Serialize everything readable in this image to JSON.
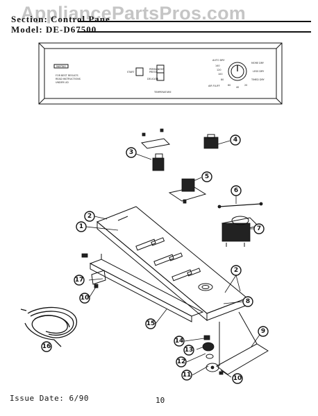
{
  "watermark": "AppliancePartsPros.com",
  "header": {
    "section": "Section: Control Pane",
    "model": "Model:  DE-D67500"
  },
  "panel": {
    "brand": "MAYTAG",
    "notes": [
      "FOR BEST RESULTS",
      "READ INSTRUCTIONS",
      "UNDER LID"
    ],
    "start_label": "START",
    "temp_labels": [
      "PERMANENT",
      "PRESS",
      "DELICATE"
    ],
    "bottom_label": "TEMPERATURE",
    "dial_labels": [
      "AUTO DRY",
      "MORE DRY",
      "LESS DRY",
      "TIMED DRY",
      "AIR FLUFF",
      "140",
      "120",
      "100",
      "80",
      "60",
      "40",
      "20"
    ]
  },
  "callouts": [
    {
      "id": "c1",
      "label": "1"
    },
    {
      "id": "c2a",
      "label": "2"
    },
    {
      "id": "c2b",
      "label": "2"
    },
    {
      "id": "c3",
      "label": "3"
    },
    {
      "id": "c4",
      "label": "4"
    },
    {
      "id": "c5",
      "label": "5"
    },
    {
      "id": "c6",
      "label": "6"
    },
    {
      "id": "c7",
      "label": "7"
    },
    {
      "id": "c8",
      "label": "8"
    },
    {
      "id": "c9",
      "label": "9"
    },
    {
      "id": "c10a",
      "label": "10"
    },
    {
      "id": "c10b",
      "label": "10"
    },
    {
      "id": "c11",
      "label": "11"
    },
    {
      "id": "c12",
      "label": "12"
    },
    {
      "id": "c13",
      "label": "13"
    },
    {
      "id": "c14",
      "label": "14"
    },
    {
      "id": "c15",
      "label": "15"
    },
    {
      "id": "c16",
      "label": "16"
    },
    {
      "id": "c17",
      "label": "17"
    }
  ],
  "footer": {
    "issue": "Issue Date: 6/90",
    "page": "10"
  }
}
